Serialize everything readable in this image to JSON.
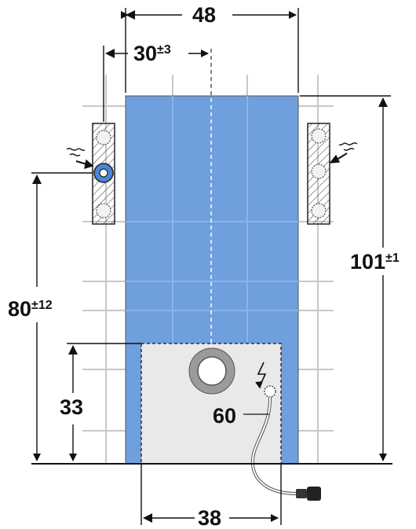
{
  "dimensions": {
    "total_width": {
      "value": "48"
    },
    "drain_offset": {
      "value": "30",
      "tolerance": "±3"
    },
    "total_height": {
      "value": "101",
      "tolerance": "±1"
    },
    "mount_height": {
      "value": "80",
      "tolerance": "±12"
    },
    "access_height": {
      "value": "33"
    },
    "cable_length": {
      "value": "60"
    },
    "access_width": {
      "value": "38"
    }
  },
  "colors": {
    "panel_blue": "#6f9fdc",
    "access_grey": "#e9e9e9",
    "grid_grey": "#c8c8c8",
    "line": "#111111"
  }
}
